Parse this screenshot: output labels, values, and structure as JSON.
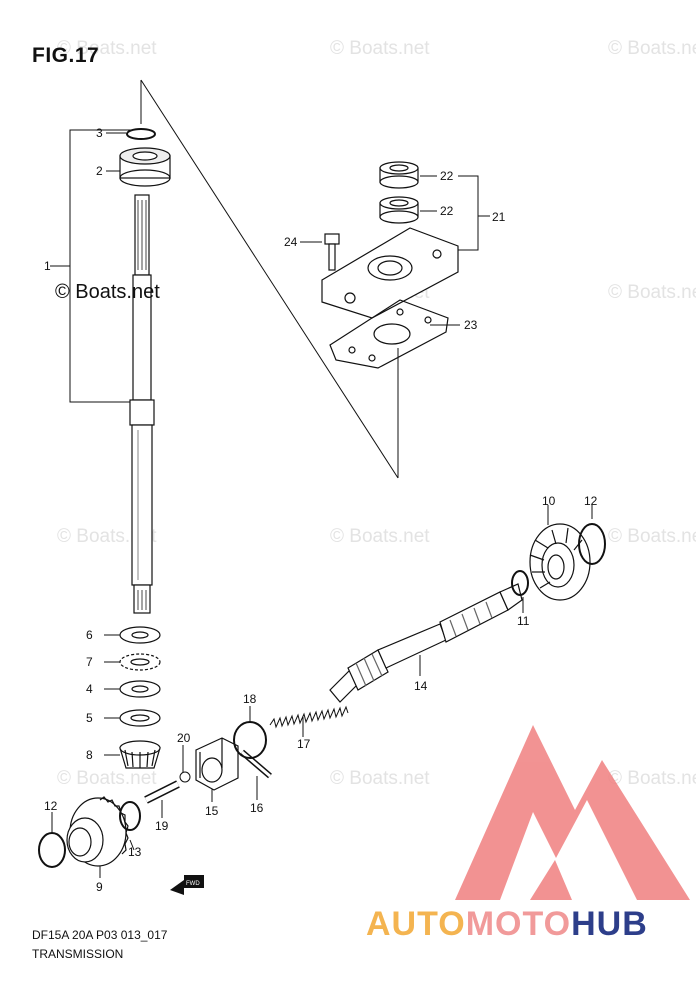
{
  "figure": {
    "title": "FIG.17",
    "drawing_code": "DF15A 20A P03 013_017",
    "section_name": "TRANSMISSION"
  },
  "watermark": {
    "text": "© Boats.net"
  },
  "brand": {
    "part1": "AUTO",
    "part2": "MOTO",
    "part3": "HUB",
    "logo_color": "#f08080"
  },
  "callouts": {
    "c1": "1",
    "c2": "2",
    "c3": "3",
    "c4": "4",
    "c5": "5",
    "c6": "6",
    "c7": "7",
    "c8": "8",
    "c9": "9",
    "c10": "10",
    "c11": "11",
    "c12a": "12",
    "c12b": "12",
    "c13": "13",
    "c14": "14",
    "c15": "15",
    "c16": "16",
    "c17": "17",
    "c18": "18",
    "c19": "19",
    "c20": "20",
    "c21": "21",
    "c22a": "22",
    "c22b": "22",
    "c23": "23",
    "c24": "24"
  }
}
